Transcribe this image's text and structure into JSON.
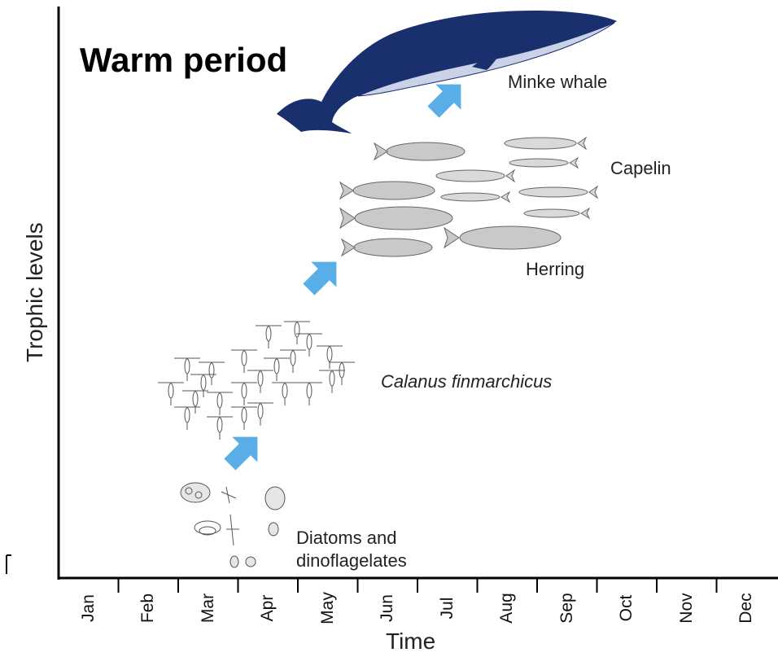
{
  "title": "Warm period",
  "y_axis_label": "Trophic levels",
  "x_axis_label": "Time",
  "months": [
    "Jan",
    "Feb",
    "Mar",
    "Apr",
    "May",
    "Jun",
    "Jul",
    "Aug",
    "Sep",
    "Oct",
    "Nov",
    "Dec"
  ],
  "stages": {
    "whale": "Minke whale",
    "capelin": "Capelin",
    "herring": "Herring",
    "calanus": "Calanus finmarchicus",
    "diatoms_line1": "Diatoms and",
    "diatoms_line2": "dinoflagelates"
  },
  "colors": {
    "arrow": "#5aaee8",
    "whale": "#1a2f6e",
    "axis": "#000000"
  }
}
